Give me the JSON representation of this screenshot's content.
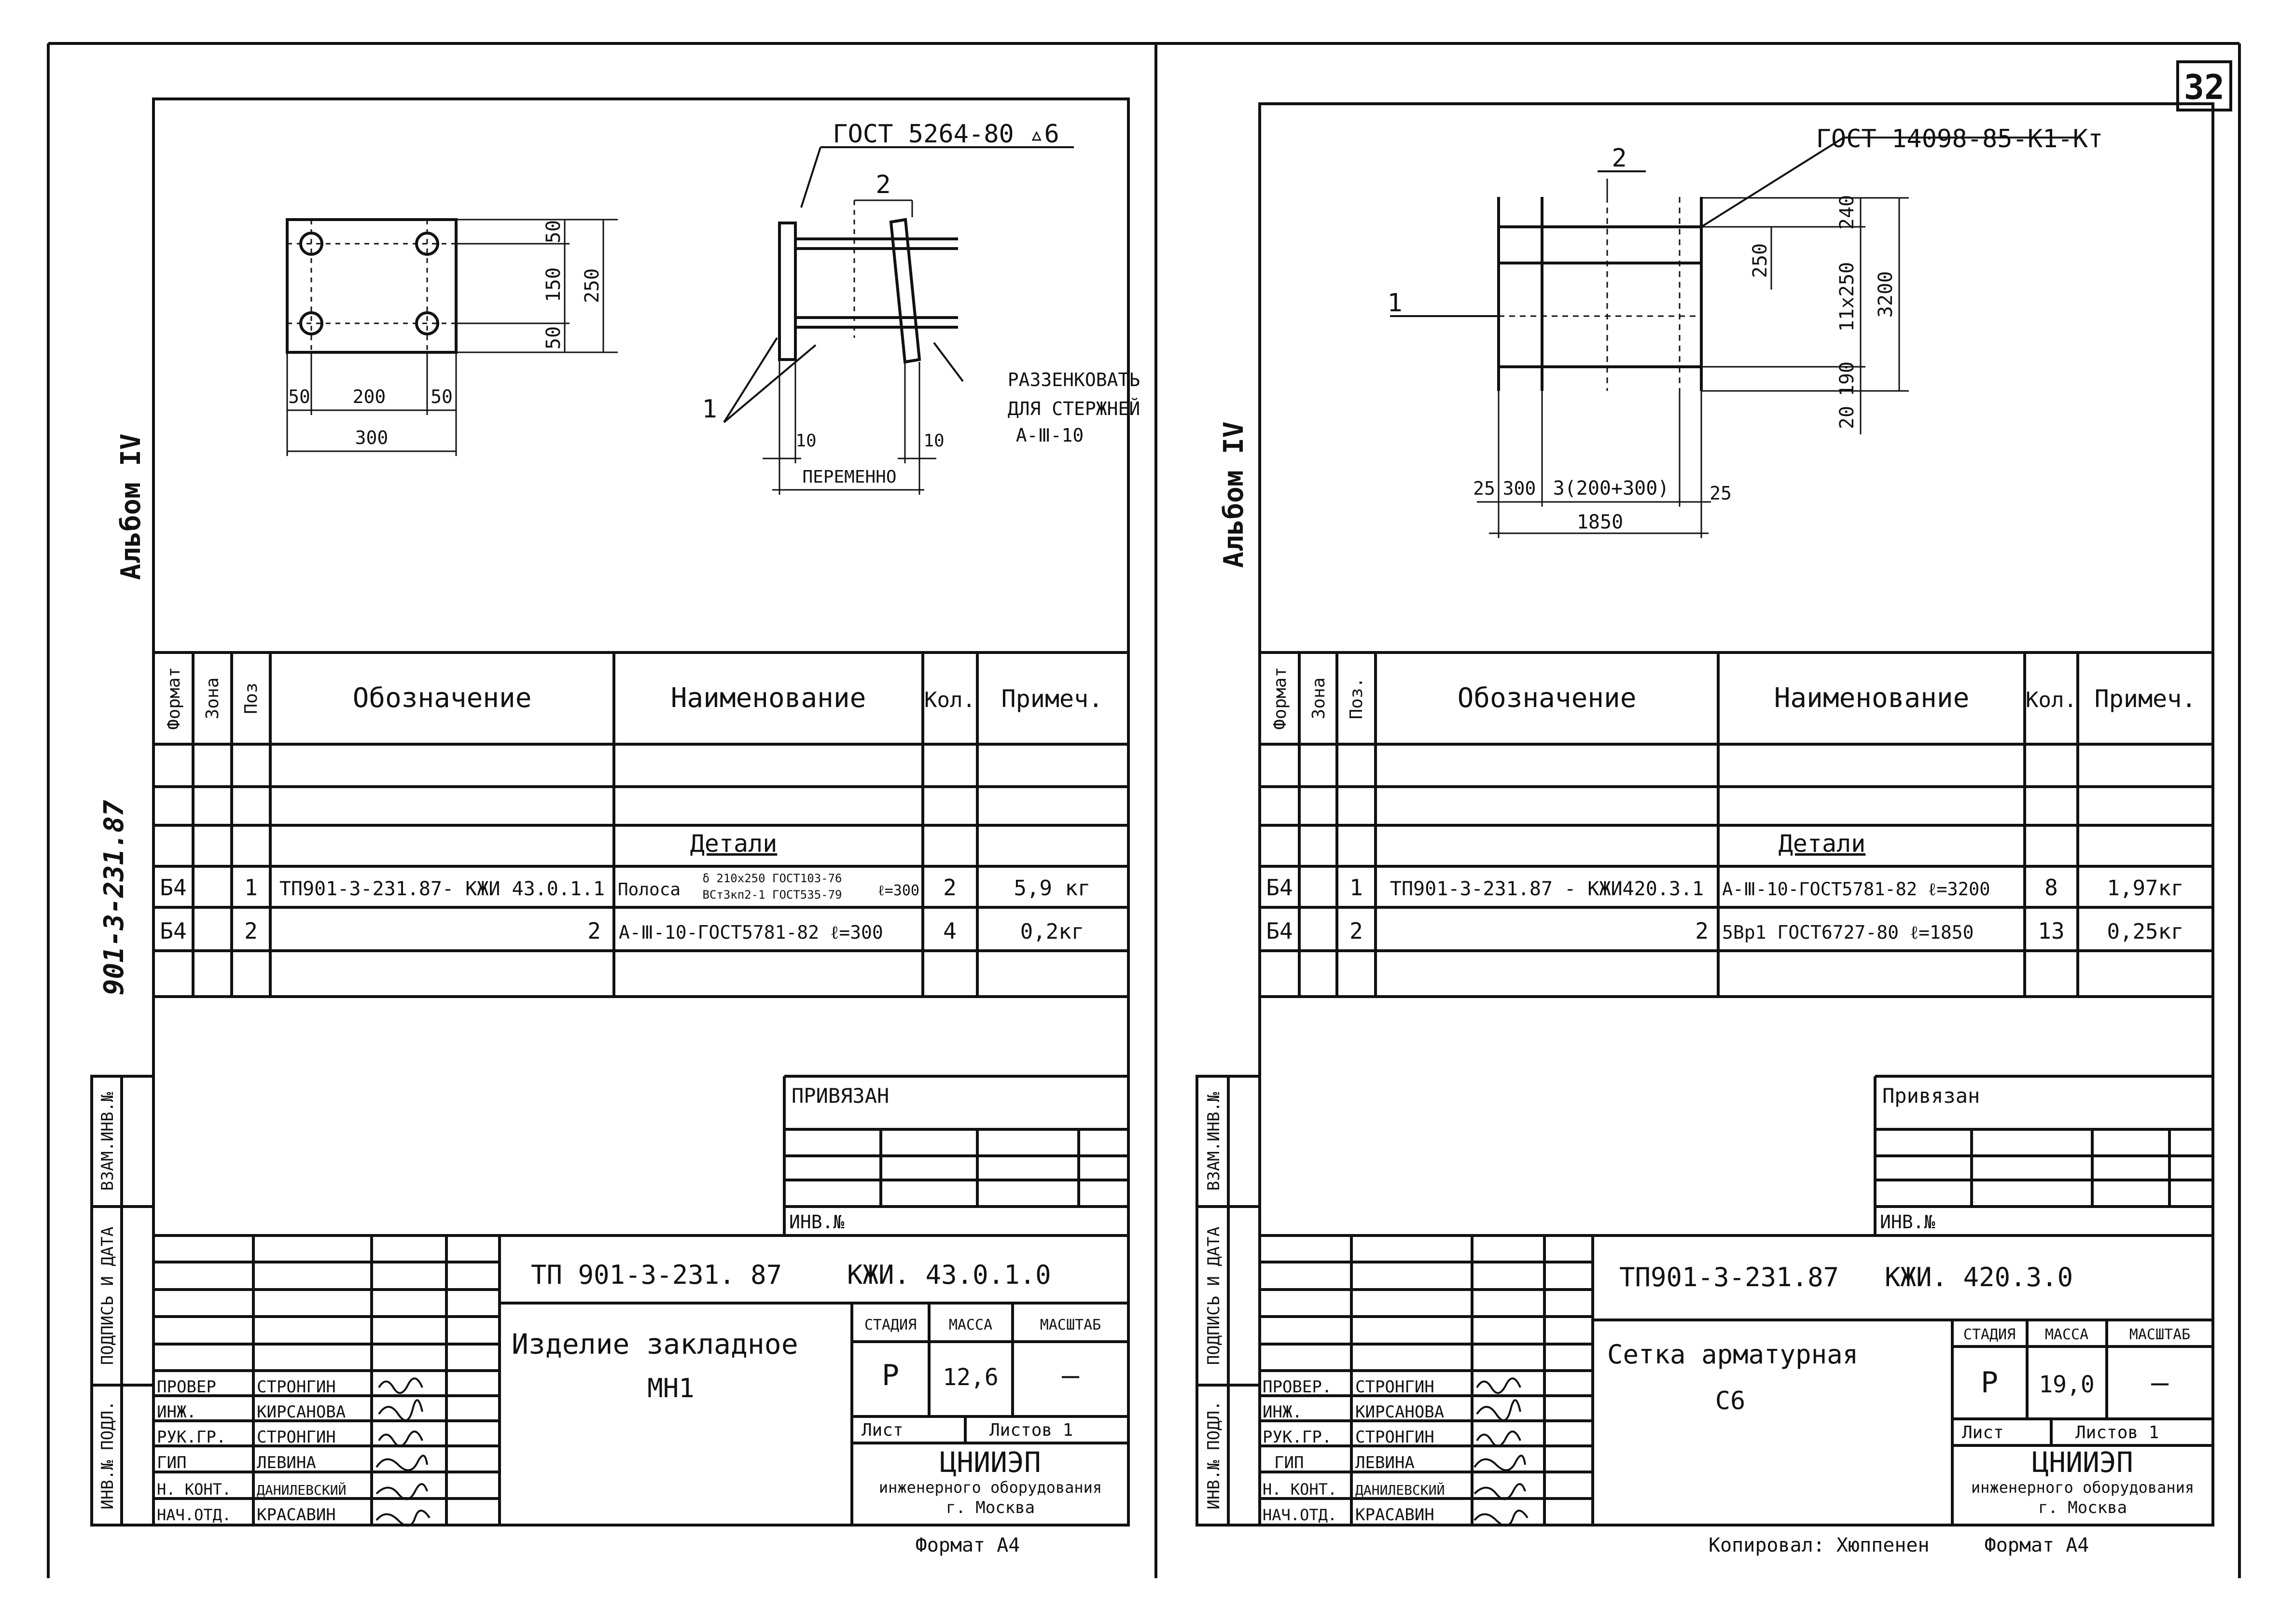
{
  "page_number": "32",
  "left": {
    "album": "Альбом IV",
    "series": "901-3-231.87",
    "drawing": {
      "gost": "ГОСТ 5264-80 ▵6",
      "pos2": "2",
      "pos1": "1",
      "d50a": "50",
      "d150": "150",
      "d50b": "50",
      "d250": "250",
      "d50c": "50",
      "d200": "200",
      "d50d": "50",
      "d300": "300",
      "note1": "РАЗЗЕНКОВАТЬ",
      "note2": "ДЛЯ СТЕРЖНЕЙ",
      "note3": "А-Ⅲ-10",
      "d10a": "10",
      "d10b": "10",
      "var": "ПЕРЕМЕННО"
    },
    "spec": {
      "headers": {
        "format": "Формат",
        "zone": "Зона",
        "pos": "Поз",
        "designation": "Обозначение",
        "name": "Наименование",
        "qty": "Кол.",
        "note": "Примеч."
      },
      "section": "Детали",
      "rows": [
        {
          "format": "Б4",
          "pos": "1",
          "designation": "ТП901-3-231.87- КЖИ 43.0.1.1",
          "name": "Полоса",
          "name_num": "δ 210х250 ГОСТ103-76",
          "name_den": "ВСт3кп2-1 ГОСТ535-79",
          "name_len": "ℓ=300",
          "qty": "2",
          "note": "5,9 кг"
        },
        {
          "format": "Б4",
          "pos": "2",
          "designation": "2",
          "name": "А-Ⅲ-10-ГОСТ5781-82  ℓ=300",
          "qty": "4",
          "note": "0,2кг"
        }
      ]
    },
    "stamp": {
      "privyazan": "ПРИВЯЗАН",
      "inv_no": "ИНВ.№",
      "code": "ТП 901-3-231. 87",
      "code2": "КЖИ. 43.0.1.0",
      "title1": "Изделие закладное",
      "title2": "МН1",
      "stage_h": "СТАДИЯ",
      "mass_h": "МАССА",
      "scale_h": "МАСШТАБ",
      "stage": "Р",
      "mass": "12,6",
      "scale": "–",
      "sheet": "Лист",
      "sheets": "Листов 1",
      "org1": "ЦНИИЭП",
      "org2": "инженерного оборудования",
      "org3": "г. Москва",
      "roles": [
        {
          "role": "ПРОВЕР",
          "name": "СТРОНГИН"
        },
        {
          "role": "ИНЖ.",
          "name": "КИРСАНОВА"
        },
        {
          "role": "РУК.ГР.",
          "name": "СТРОНГИН"
        },
        {
          "role": "ГИП",
          "name": "ЛЕВИНА"
        },
        {
          "role": "Н. КОНТ.",
          "name": "ДАНИЛЕВСКИЙ"
        },
        {
          "role": "НАЧ.ОТД.",
          "name": "КРАСАВИН"
        }
      ],
      "format": "Формат А4"
    },
    "margin": {
      "m1": "ИНВ.№ ПОДЛ.",
      "m2": "ПОДПИСЬ И ДАТА",
      "m3": "ВЗАМ.ИНВ.№"
    }
  },
  "right": {
    "album": "Альбом IV",
    "drawing": {
      "gost": "ГОСТ 14098-85-К1-Кт",
      "pos2": "2",
      "pos1": "1",
      "d240": "240",
      "d250": "250",
      "d11x250": "11х250",
      "d3200": "3200",
      "d190": "190",
      "d20": "20",
      "d25a": "25",
      "d300": "300",
      "d3x": "3(200+300)",
      "d25b": "25",
      "d1850": "1850"
    },
    "spec": {
      "headers": {
        "format": "Формат",
        "zone": "Зона",
        "pos": "Поз.",
        "designation": "Обозначение",
        "name": "Наименование",
        "qty": "Кол.",
        "note": "Примеч."
      },
      "section": "Детали",
      "rows": [
        {
          "format": "Б4",
          "pos": "1",
          "designation": "ТП901-3-231.87 - КЖИ420.3.1",
          "name": "А-Ⅲ-10-ГОСТ5781-82 ℓ=3200",
          "qty": "8",
          "note": "1,97кг"
        },
        {
          "format": "Б4",
          "pos": "2",
          "designation": "2",
          "name": "5Вр1 ГОСТ6727-80  ℓ=1850",
          "qty": "13",
          "note": "0,25кг"
        }
      ]
    },
    "stamp": {
      "privyazan": "Привязан",
      "inv_no": "ИНВ.№",
      "code": "ТП901-3-231.87",
      "code2": "КЖИ. 420.3.0",
      "title1": "Сетка арматурная",
      "title2": "С6",
      "stage_h": "СТАДИЯ",
      "mass_h": "МАССА",
      "scale_h": "МАСШТАБ",
      "stage": "Р",
      "mass": "19,0",
      "scale": "–",
      "sheet": "Лист",
      "sheets": "Листов 1",
      "org1": "ЦНИИЭП",
      "org2": "инженерного оборудования",
      "org3": "г. Москва",
      "roles": [
        {
          "role": "ПРОВЕР.",
          "name": "СТРОНГИН"
        },
        {
          "role": "ИНЖ.",
          "name": "КИРСАНОВА"
        },
        {
          "role": "РУК.ГР.",
          "name": "СТРОНГИН"
        },
        {
          "role": "ГИП",
          "name": "ЛЕВИНА"
        },
        {
          "role": "Н. КОНТ.",
          "name": "ДАНИЛЕВСКИЙ"
        },
        {
          "role": "НАЧ.ОТД.",
          "name": "КРАСАВИН"
        }
      ],
      "copied": "Копировал: Хюппенен",
      "format": "Формат А4"
    },
    "margin": {
      "m1": "ИНВ.№ ПОДЛ.",
      "m2": "ПОДПИСЬ И ДАТА",
      "m3": "ВЗАМ.ИНВ.№"
    }
  }
}
